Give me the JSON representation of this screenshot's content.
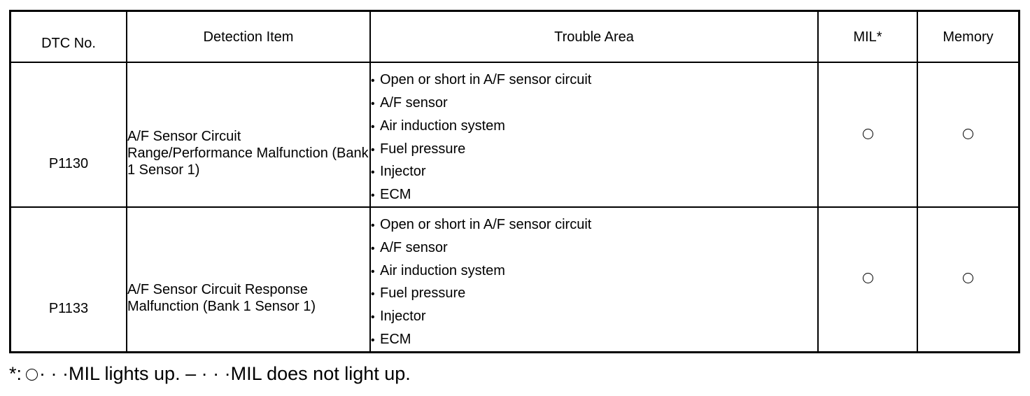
{
  "table": {
    "headers": {
      "dtc_no": "DTC No.",
      "detection_item": "Detection Item",
      "trouble_area": "Trouble Area",
      "mil": "MIL*",
      "memory": "Memory"
    },
    "rows": [
      {
        "dtc_no": "P1130",
        "detection_item": "A/F Sensor Circuit Range/Performance Malfunction (Bank 1 Sensor 1)",
        "trouble_areas": [
          "Open or short in A/F sensor circuit",
          "A/F sensor",
          "Air induction system",
          "Fuel pressure",
          "Injector",
          "ECM"
        ],
        "mil": "circle",
        "memory": "circle"
      },
      {
        "dtc_no": "P1133",
        "detection_item": "A/F Sensor Circuit Response Malfunction (Bank 1 Sensor 1)",
        "trouble_areas": [
          "Open or short in A/F sensor circuit",
          "A/F sensor",
          "Air induction system",
          "Fuel pressure",
          "Injector",
          "ECM"
        ],
        "mil": "circle",
        "memory": "circle"
      }
    ]
  },
  "bullet_glyph": "•",
  "footnote": {
    "prefix": "*:",
    "circle_meaning": "· · ·MIL lights up.",
    "dash": "–",
    "dash_meaning": "· · ·MIL does not light up."
  }
}
